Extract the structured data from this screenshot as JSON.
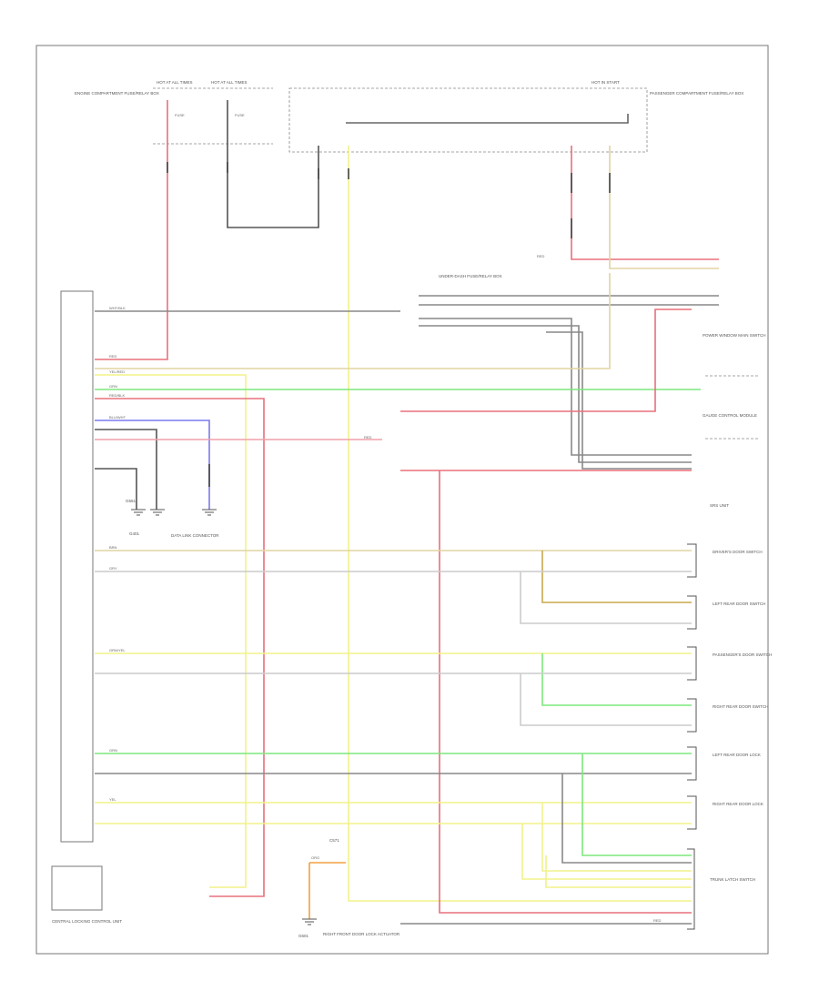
{
  "diagram": {
    "frame_corner_label": "",
    "components": {
      "engine_fuse_box": "ENGINE COMPARTMENT FUSE/RELAY BOX",
      "hot_at_all_times_1": "HOT AT ALL TIMES",
      "hot_at_all_times_2": "HOT AT ALL TIMES",
      "fuse_a": "FUSE",
      "fuse_b": "FUSE",
      "hot_in_start": "HOT IN START",
      "passenger_fuse_box": "PASSENGER COMPARTMENT FUSE/RELAY BOX",
      "control_unit": "",
      "multiplex_control_unit": "UNDER-DASH FUSE/RELAY BOX",
      "power_window_switch": "POWER WINDOW MAIN SWITCH",
      "gauge_control": "GAUGE CONTROL MODULE",
      "srs_unit": "SRS UNIT",
      "central_locking": "CENTRAL LOCKING CONTROL UNIT",
      "data_link_connector": "DATA LINK CONNECTOR",
      "ground_ref_1": "G401",
      "ground_ref_2": "G551",
      "door_switch_front_left": "DRIVER'S DOOR SWITCH",
      "door_switch_rear_left": "LEFT REAR DOOR SWITCH",
      "door_switch_front_right": "PASSENGER'S DOOR SWITCH",
      "door_switch_rear_right": "RIGHT REAR DOOR SWITCH",
      "door_lock_left": "LEFT REAR DOOR LOCK",
      "door_lock_right": "RIGHT REAR DOOR LOCK",
      "hatch_unit": "TRUNK LATCH SWITCH",
      "hatch_connector": "C571",
      "trunk_ground": "G601",
      "bottom_note": "RIGHT FRONT DOOR LOCK ACTUATOR"
    },
    "wire_colors": {
      "red": "RED",
      "wht_blk": "WHT/BLK",
      "yel": "YEL",
      "grn": "GRN",
      "blu": "BLU/WHT",
      "yel_red": "YEL/RED",
      "grn_yel": "GRN/YEL",
      "red_blk": "RED/BLK",
      "gry": "GRY",
      "brn": "BRN",
      "org": "ORG"
    },
    "colors": {
      "red": "#e8707c",
      "pink": "#f0a0a8",
      "yellow": "#f2f28a",
      "green": "#7de87d",
      "gray": "#8a8a8a",
      "dark": "#555555",
      "blue": "#7a7af0",
      "tan": "#e2d4a2",
      "orange": "#f0a040"
    }
  }
}
